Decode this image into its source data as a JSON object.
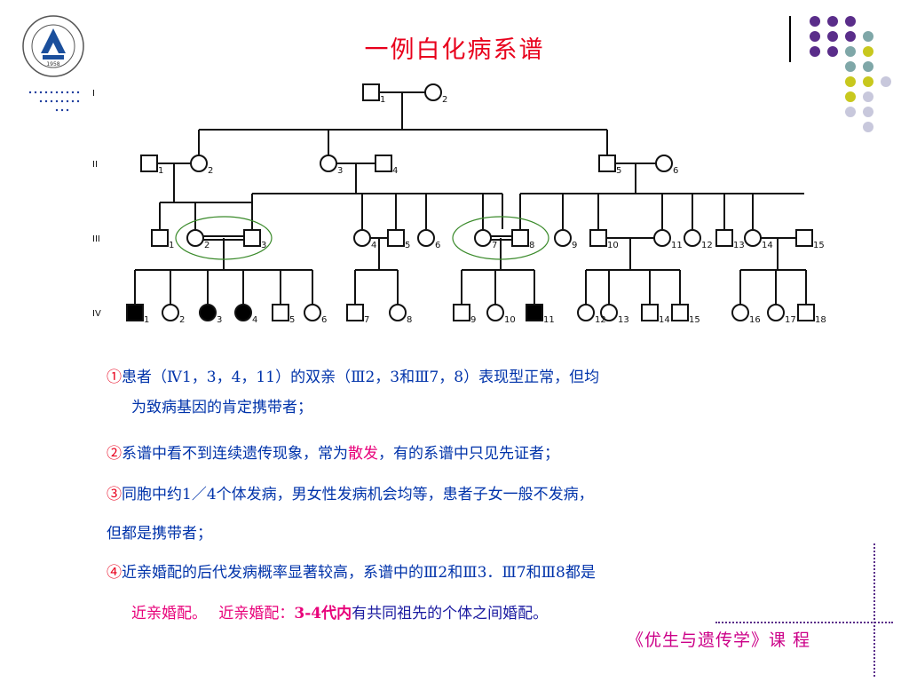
{
  "slide": {
    "title": "一例白化病系谱",
    "logo_year": "1958",
    "logo_arc_text": "HUZHOU TEACHERS C",
    "footer": "《优生与遗传学》课 程"
  },
  "pedigree": {
    "generations": [
      "I",
      "II",
      "III",
      "IV"
    ],
    "gen1": [
      "1",
      "2"
    ],
    "gen2": [
      "1",
      "2",
      "3",
      "4",
      "5",
      "6"
    ],
    "gen3": [
      "1",
      "2",
      "3",
      "4",
      "5",
      "6",
      "7",
      "8",
      "9",
      "10",
      "11",
      "12",
      "13",
      "14",
      "15"
    ],
    "gen4": [
      "1",
      "2",
      "3",
      "4",
      "5",
      "6",
      "7",
      "8",
      "9",
      "10",
      "11",
      "12",
      "13",
      "14",
      "15",
      "16",
      "17",
      "18"
    ],
    "affected_gen4": [
      "1",
      "3",
      "4",
      "11"
    ],
    "consanguineous_pairs": [
      "III2-III3",
      "III7-III8"
    ],
    "colors": {
      "lines": "#111111",
      "ellipse": "#3a8a2a",
      "affected": "#000000"
    }
  },
  "notes": {
    "n1_mark": "①",
    "n1_line1": "患者（Ⅳ1，3，4，11）的双亲（Ⅲ2，3和Ⅲ7，8）表现型正常，但均",
    "n1_line2": "为致病基因的肯定携带者；",
    "n2_mark": "②",
    "n2_a": "系谱中看不到连续遗传现象，常为",
    "n2_em": "散发",
    "n2_b": "，有的系谱中只见先证者；",
    "n3_mark": "③",
    "n3_line1": "同胞中约1／4个体发病，男女性发病机会均等，患者子女一般不发病，",
    "n3_line2": "但都是携带者；",
    "n4_mark": "④",
    "n4_line1": "近亲婚配的后代发病概率显著较高，系谱中的Ⅲ2和Ⅲ3．Ⅲ7和Ⅲ8都是",
    "n4_em1": "近亲婚配",
    "n4_dot": "。",
    "n4_em2": "近亲婚配：",
    "n4_em3": "3-4代内",
    "n4_tail": "有共同祖先的个体之间婚配。"
  },
  "accent_colors": {
    "title": "#e8001c",
    "notes": "#0033aa",
    "emphasis": "#e8007a",
    "dots_purple": "#5a2d8a",
    "dots_teal": "#7fa7a8",
    "dots_olive": "#c8c81e",
    "dots_light": "#c8c8dc"
  }
}
